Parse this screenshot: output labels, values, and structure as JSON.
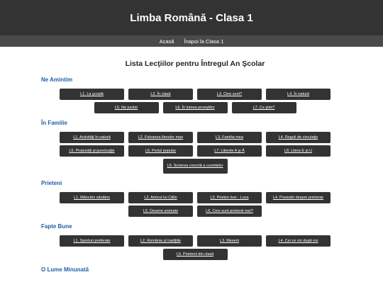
{
  "header": {
    "title": "Limba Română - Clasa 1"
  },
  "nav": {
    "items": [
      {
        "label": "Acasă"
      },
      {
        "label": "Înapoi la Clasa 1"
      }
    ]
  },
  "main": {
    "title": "Lista Lecţiilor pentru Întregul An Şcolar",
    "sections": [
      {
        "title": "Ne Amintim",
        "lessons": [
          "L1. La şcoală",
          "L2. În clasă",
          "L3. Cine sunt?",
          "L4. În natură",
          "L5. Ne jucăm",
          "L6. În lumea poveştilor",
          "L7. Ce ştim?"
        ]
      },
      {
        "title": "În Familie",
        "lessons": [
          "L1. Activităţi în natură",
          "L2. Folosirea literelor mari",
          "L3. Familia mea",
          "L4. Reguli de circulaţie",
          "L5. Propoziţii şi punctuaţie",
          "L6. Portul popular",
          "L7. Literele A şi Ă",
          "L8. Litera E şi U",
          "L9. Scrierea corectă a cuvintelor"
        ]
      },
      {
        "title": "Prieteni",
        "lessons": [
          "L1. Mâncăm sănătos",
          "L2. Amicul lui Călin",
          "L3. Prieten bun - Luca",
          "L4. Povestiri despre prietenie",
          "L5. Desene animate",
          "L6. Cine sunt prietenii mei?"
        ]
      },
      {
        "title": "Fapte Bune",
        "lessons": [
          "L1. Sporturi preferate",
          "L2. România şi tradiţiile",
          "L3. Meserii",
          "L4. Cei ce vin după noi",
          "L5. Prietenii din clasă"
        ]
      },
      {
        "title": "O Lume Minunată",
        "lessons": []
      }
    ]
  }
}
